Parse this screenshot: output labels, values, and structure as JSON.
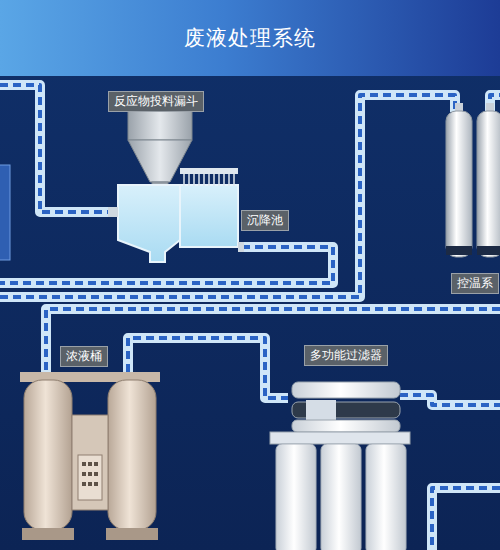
{
  "diagram": {
    "title": "废液处理系统",
    "nodes": [
      {
        "text": [
          "反应物投料漏斗"
        ]
      },
      {
        "text": [
          "沉降池"
        ]
      },
      {
        "text": [
          "控温系"
        ]
      },
      {
        "text": [
          "浓液桶"
        ]
      },
      {
        "text": [
          "多功能过滤器"
        ]
      }
    ]
  }
}
